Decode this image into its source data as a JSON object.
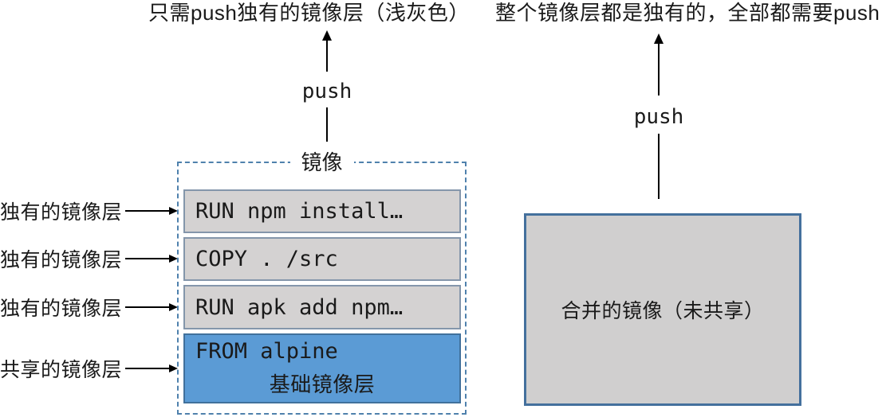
{
  "captions": {
    "left": "只需push独有的镜像层（浅灰色）",
    "right": "整个镜像层都是独有的，全部都需要push"
  },
  "push_arrows": {
    "left_label": "push",
    "right_label": "push"
  },
  "image_box": {
    "title": "镜像",
    "layers": [
      {
        "command": "RUN npm install…",
        "type": "unique"
      },
      {
        "command": "COPY . /src",
        "type": "unique"
      },
      {
        "command": "RUN apk add npm…",
        "type": "unique"
      },
      {
        "command": "FROM alpine",
        "sublabel": "基础镜像层",
        "type": "shared"
      }
    ]
  },
  "side_labels": [
    {
      "text": "独有的镜像层"
    },
    {
      "text": "独有的镜像层"
    },
    {
      "text": "独有的镜像层"
    },
    {
      "text": "共享的镜像层"
    }
  ],
  "merged_box": {
    "label": "合并的镜像（未共享）"
  },
  "colors": {
    "unique_layer_fill": "#d4d2d2",
    "shared_layer_fill": "#5b9bd5",
    "layer_border": "#8496ab",
    "shared_layer_border": "#41719c",
    "image_dashed_border": "#4f81ad",
    "merged_box_fill": "#d0cfcf",
    "merged_box_border": "#44709d",
    "arrow_color": "#000000"
  }
}
